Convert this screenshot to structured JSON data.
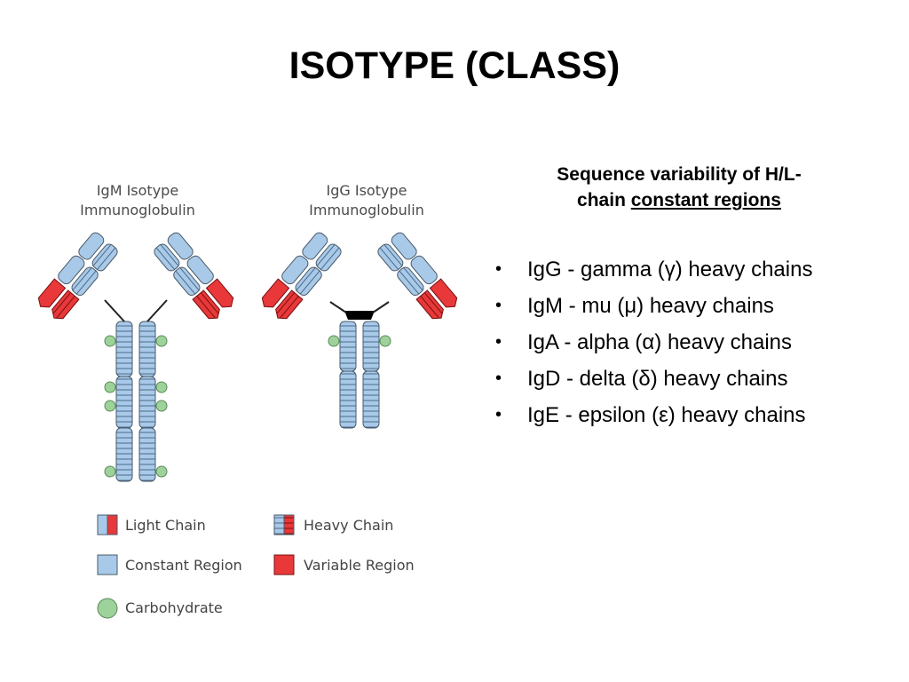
{
  "slide": {
    "title": "ISOTYPE (CLASS)"
  },
  "diagram": {
    "igm_label_line1": "IgM Isotype",
    "igm_label_line2": "Immunoglobulin",
    "igg_label_line1": "IgG Isotype",
    "igg_label_line2": "Immunoglobulin",
    "legend": {
      "light_chain": "Light Chain",
      "heavy_chain": "Heavy Chain",
      "constant_region": "Constant Region",
      "variable_region": "Variable Region",
      "carbohydrate": "Carbohydrate"
    },
    "colors": {
      "constant": "#a9c9e8",
      "variable": "#e8383a",
      "carbohydrate": "#9dd29a",
      "outline": "#4a5a6a",
      "hinge": "#000000"
    }
  },
  "info": {
    "subtitle_line1": "Sequence variability of H/L-",
    "subtitle_line2_plain": "chain ",
    "subtitle_line2_underlined": "constant regions",
    "bullet_symbol": "•",
    "bullets": [
      "IgG - gamma (γ) heavy chains",
      "IgM - mu (μ) heavy chains",
      "IgA - alpha (α) heavy chains",
      "IgD - delta (δ) heavy chains",
      "IgE - epsilon (ε) heavy chains"
    ]
  }
}
